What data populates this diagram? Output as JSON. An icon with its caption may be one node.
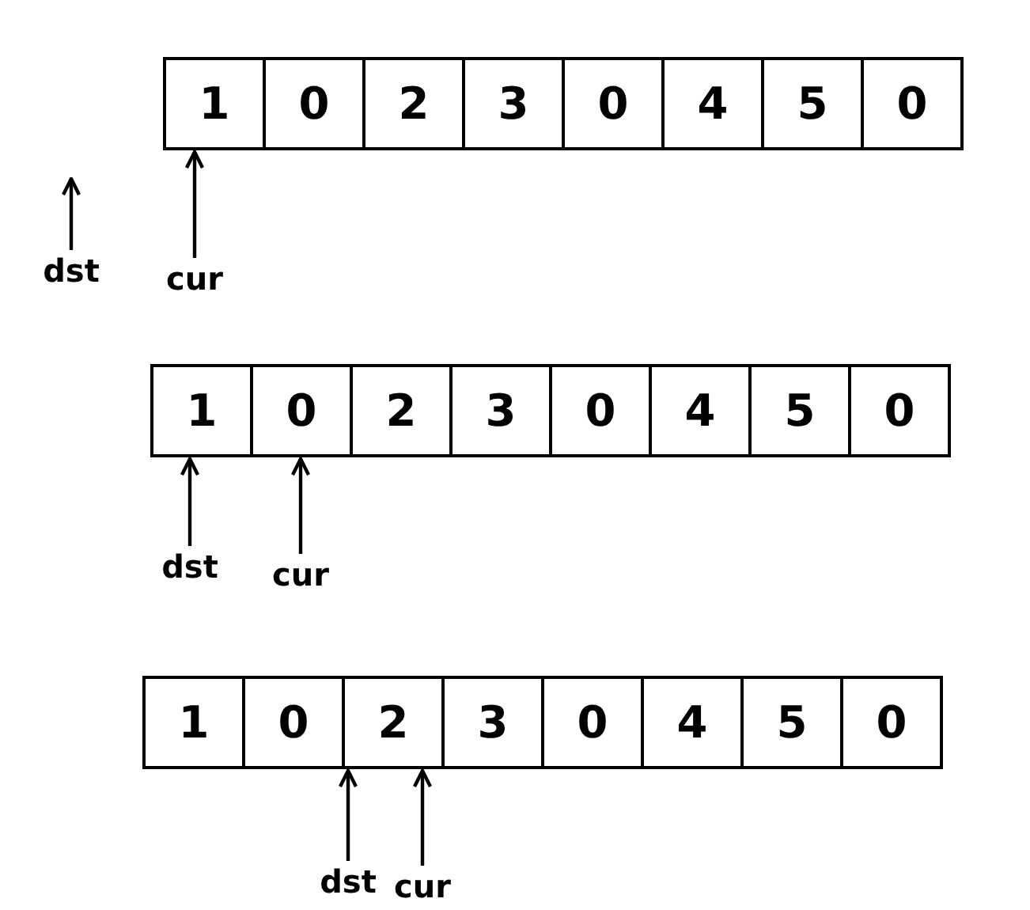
{
  "diagram": {
    "nodes": [
      {
        "text": [
          "1"
        ]
      },
      {
        "text": [
          "0"
        ]
      },
      {
        "text": [
          "2"
        ]
      },
      {
        "text": [
          "3"
        ]
      },
      {
        "text": [
          "0"
        ]
      },
      {
        "text": [
          "4"
        ]
      },
      {
        "text": [
          "5"
        ]
      },
      {
        "text": [
          "0"
        ]
      },
      {
        "text": [
          "dst"
        ]
      },
      {
        "text": [
          "cur"
        ]
      },
      {
        "text": [
          "1"
        ]
      },
      {
        "text": [
          "0"
        ]
      },
      {
        "text": [
          "2"
        ]
      },
      {
        "text": [
          "3"
        ]
      },
      {
        "text": [
          "0"
        ]
      },
      {
        "text": [
          "4"
        ]
      },
      {
        "text": [
          "5"
        ]
      },
      {
        "text": [
          "0"
        ]
      },
      {
        "text": [
          "dst"
        ]
      },
      {
        "text": [
          "cur"
        ]
      },
      {
        "text": [
          "1"
        ]
      },
      {
        "text": [
          "0"
        ]
      },
      {
        "text": [
          "2"
        ]
      },
      {
        "text": [
          "3"
        ]
      },
      {
        "text": [
          "0"
        ]
      },
      {
        "text": [
          "4"
        ]
      },
      {
        "text": [
          "5"
        ]
      },
      {
        "text": [
          "0"
        ]
      },
      {
        "text": [
          "dst"
        ]
      },
      {
        "text": [
          "cur"
        ]
      }
    ],
    "edges": [
      {
        "from": 8,
        "to": null,
        "arrow": "to"
      },
      {
        "from": 9,
        "to": 0,
        "arrow": "to"
      },
      {
        "from": 18,
        "to": 10,
        "arrow": "to"
      },
      {
        "from": 19,
        "to": 11,
        "arrow": "to"
      },
      {
        "from": 28,
        "to": 22,
        "arrow": "to"
      },
      {
        "from": 29,
        "to": 22,
        "arrow": "to"
      }
    ]
  }
}
